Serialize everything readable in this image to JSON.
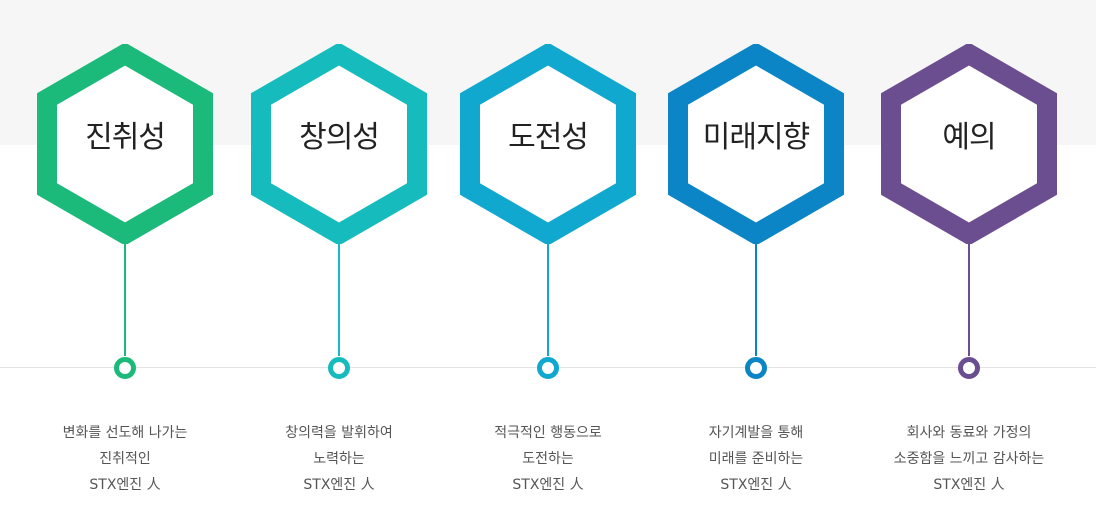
{
  "values": [
    {
      "title": "진취성",
      "color": "#1bba7b",
      "lines": [
        "변화를 선도해 나가는",
        "진취적인",
        "STX엔진 人"
      ]
    },
    {
      "title": "창의성",
      "color": "#16bcbd",
      "lines": [
        "창의력을 발휘하여",
        "노력하는",
        "STX엔진 人"
      ]
    },
    {
      "title": "도전성",
      "color": "#10a8ce",
      "lines": [
        "적극적인 행동으로",
        "도전하는",
        "STX엔진 人"
      ]
    },
    {
      "title": "미래지향",
      "color": "#0b85c5",
      "lines": [
        "자기계발을 통해",
        "미래를 준비하는",
        "STX엔진 人"
      ]
    },
    {
      "title": "예의",
      "color": "#6a4e90",
      "lines": [
        "회사와 동료와 가정의",
        "소중함을 느끼고 감사하는",
        "STX엔진 人"
      ]
    }
  ]
}
